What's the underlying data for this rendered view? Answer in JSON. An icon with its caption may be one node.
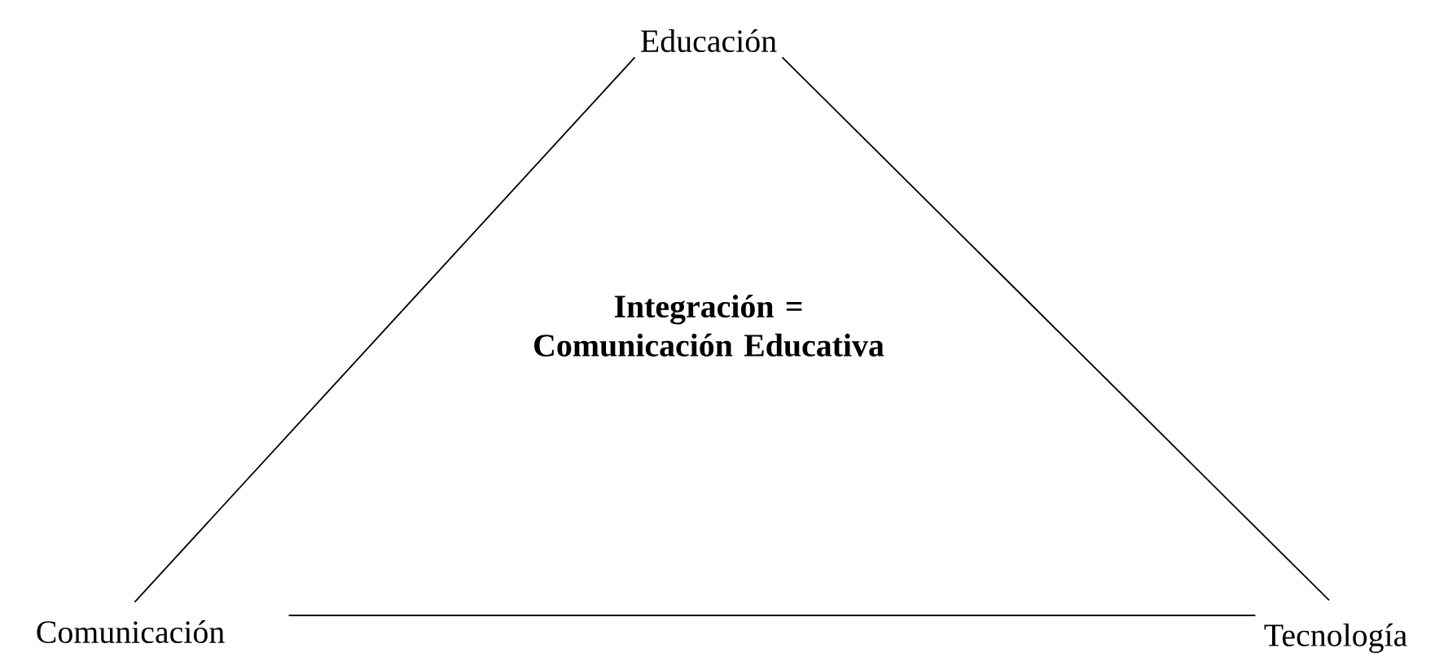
{
  "diagram": {
    "nodes": [
      {
        "text": [
          "Educación"
        ]
      },
      {
        "text": [
          "Comunicación"
        ]
      },
      {
        "text": [
          "Tecnología"
        ]
      }
    ],
    "edges": [
      {
        "from": 0,
        "to": 1,
        "arrow": "none"
      },
      {
        "from": 0,
        "to": 2,
        "arrow": "none"
      },
      {
        "from": 1,
        "to": 2,
        "arrow": "none"
      }
    ],
    "labels": [
      "Integración = Comunicación Educativa"
    ]
  }
}
